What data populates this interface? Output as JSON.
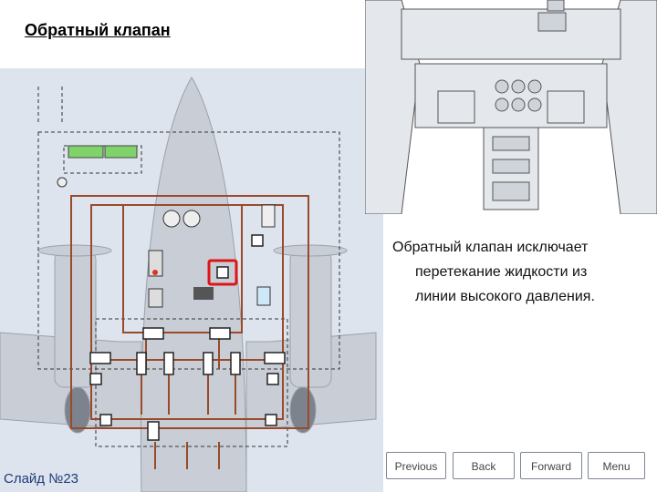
{
  "slide": {
    "title": "Обратный клапан",
    "caption_lines": [
      "Обратный клапан исключает",
      "перетекание жидкости из",
      "линии высокого давления."
    ],
    "slide_number": "Слайд №23"
  },
  "nav": {
    "previous": "Previous",
    "back": "Back",
    "forward": "Forward",
    "menu": "Menu"
  },
  "colors": {
    "diagram_bg": "#dde4ee",
    "pipe": "#9a4a2a",
    "highlight": "#e01414",
    "indicator_green": "#7fd36a",
    "slide_number": "#1f3a78"
  }
}
